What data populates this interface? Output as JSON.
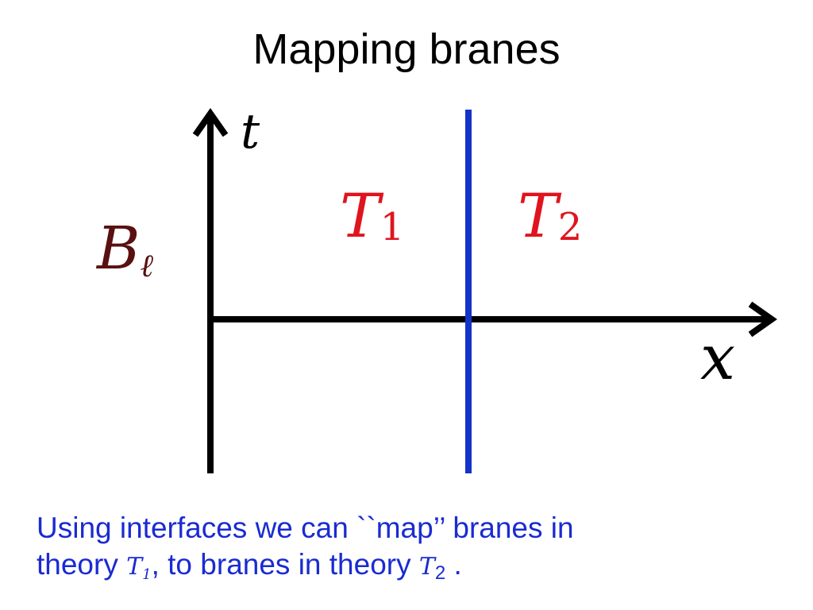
{
  "slide": {
    "title": "Mapping branes"
  },
  "diagram": {
    "time_axis_label": "t",
    "space_axis_label": "x",
    "boundary_label_base": "B",
    "boundary_label_sub": "ℓ",
    "theory_left_base": "T",
    "theory_left_sub": "1",
    "theory_right_base": "T",
    "theory_right_sub": "2",
    "colors": {
      "axis": "#000000",
      "interface": "#1433c8",
      "theory_labels": "#e0141e",
      "boundary_label": "#5a1010"
    }
  },
  "caption": {
    "line1": "Using interfaces we can ``map’’  branes in",
    "line2_before": "theory",
    "t1_base": "T",
    "t1_sub": "1",
    "line2_middle": ", to branes in theory",
    "t2_base": "T",
    "t2_sub": "2",
    "line2_end": " ."
  }
}
